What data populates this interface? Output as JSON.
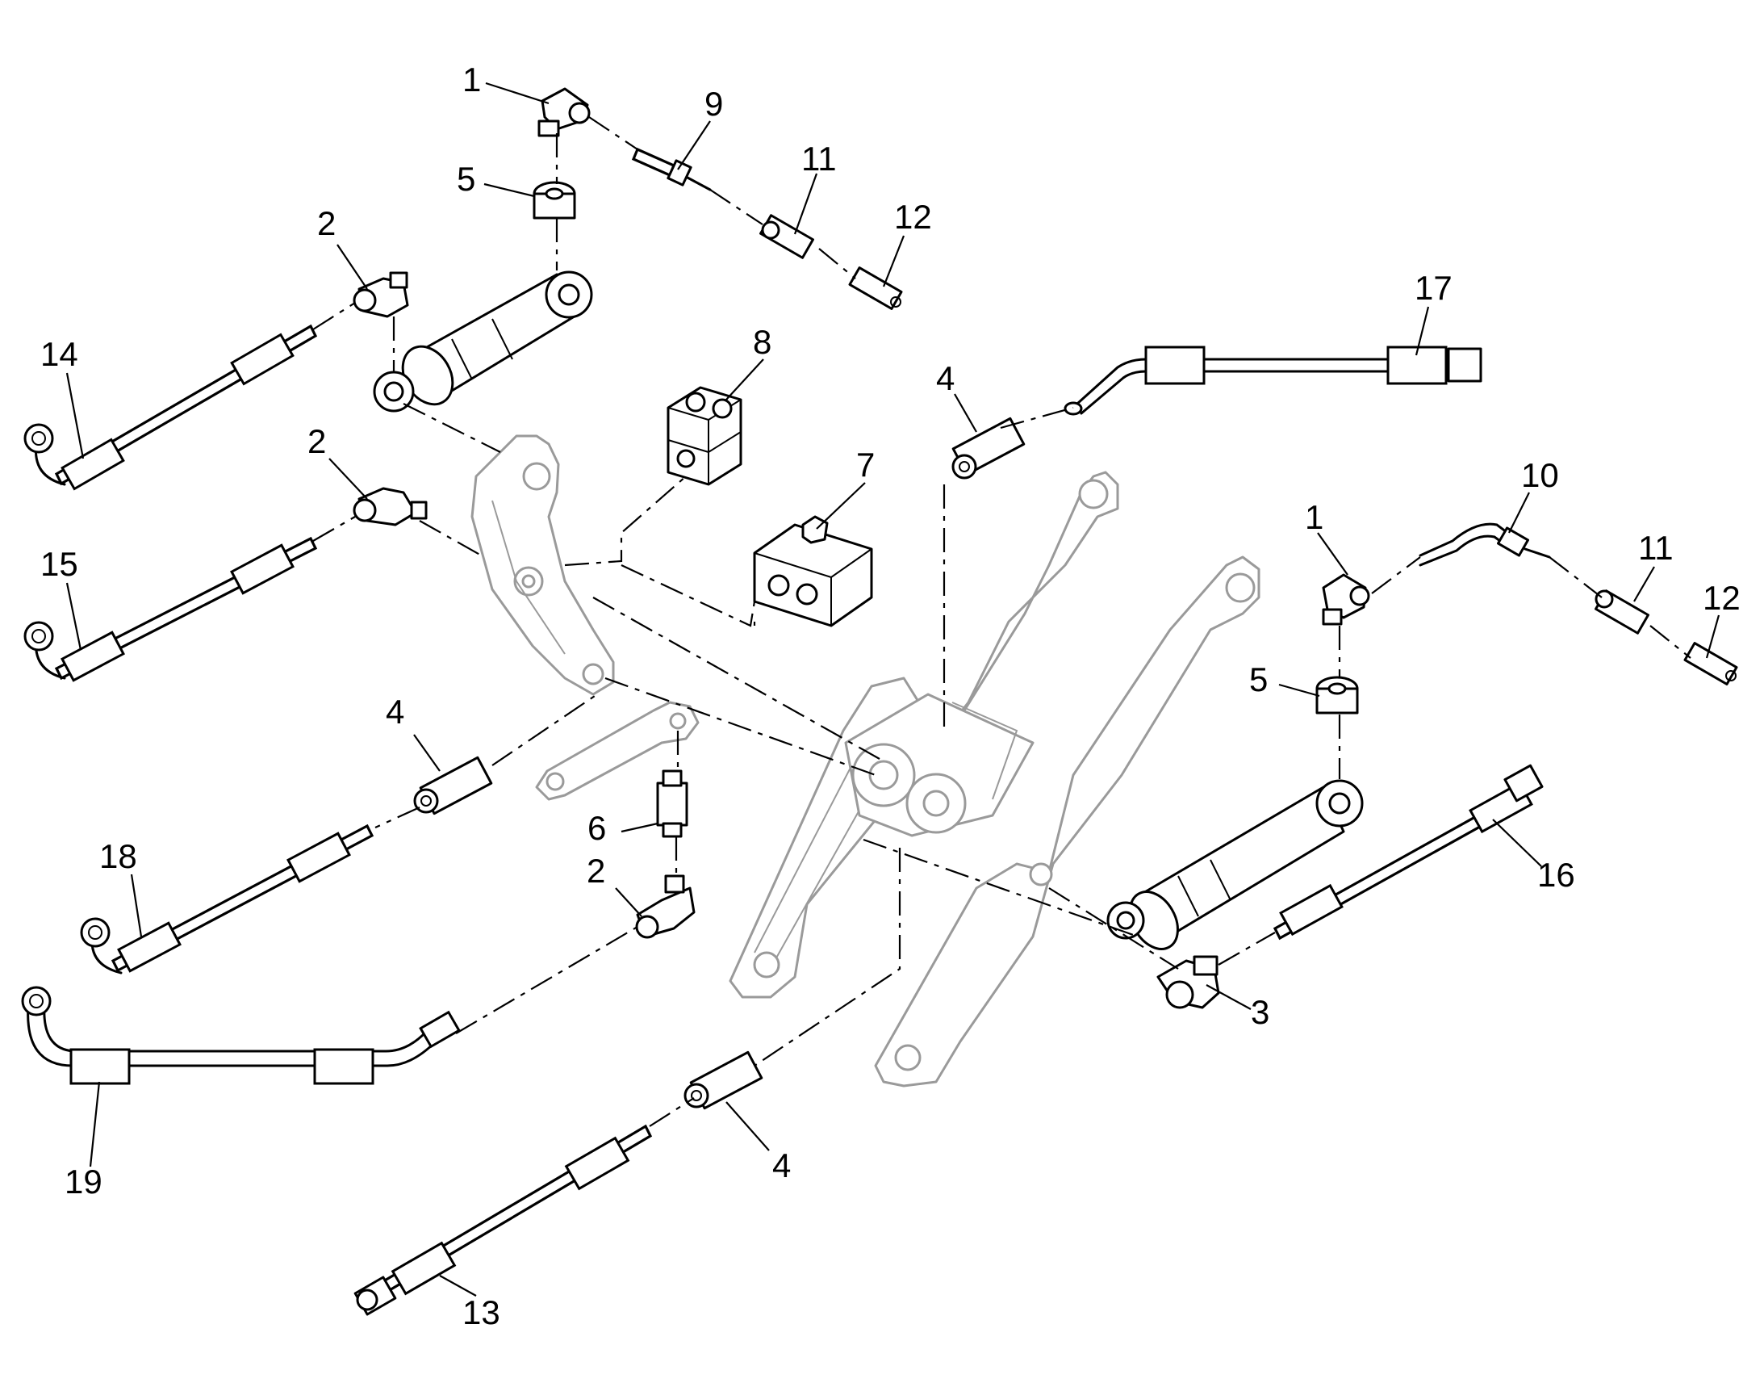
{
  "callouts": [
    {
      "id": "c1a",
      "label": "1"
    },
    {
      "id": "c9",
      "label": "9"
    },
    {
      "id": "c11a",
      "label": "11"
    },
    {
      "id": "c5a",
      "label": "5"
    },
    {
      "id": "c12a",
      "label": "12"
    },
    {
      "id": "c2a",
      "label": "2"
    },
    {
      "id": "c14",
      "label": "14"
    },
    {
      "id": "c8",
      "label": "8"
    },
    {
      "id": "c17",
      "label": "17"
    },
    {
      "id": "c4a",
      "label": "4"
    },
    {
      "id": "c2b",
      "label": "2"
    },
    {
      "id": "c7",
      "label": "7"
    },
    {
      "id": "c10",
      "label": "10"
    },
    {
      "id": "c1b",
      "label": "1"
    },
    {
      "id": "c11b",
      "label": "11"
    },
    {
      "id": "c15",
      "label": "15"
    },
    {
      "id": "c12b",
      "label": "12"
    },
    {
      "id": "c5b",
      "label": "5"
    },
    {
      "id": "c4b",
      "label": "4"
    },
    {
      "id": "c6",
      "label": "6"
    },
    {
      "id": "c18",
      "label": "18"
    },
    {
      "id": "c16",
      "label": "16"
    },
    {
      "id": "c2c",
      "label": "2"
    },
    {
      "id": "c3",
      "label": "3"
    },
    {
      "id": "c19",
      "label": "19"
    },
    {
      "id": "c4c",
      "label": "4"
    },
    {
      "id": "c13",
      "label": "13"
    }
  ]
}
